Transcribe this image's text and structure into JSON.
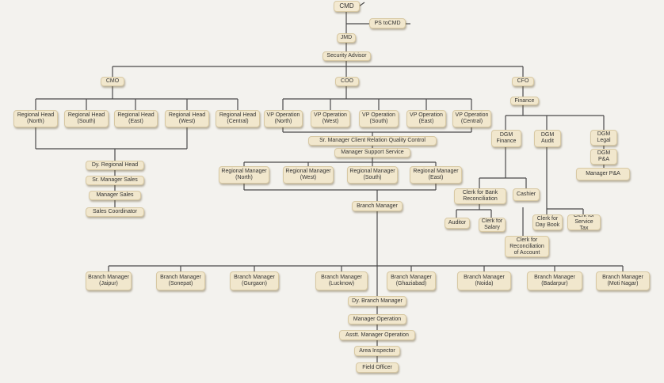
{
  "nodes": {
    "cmd": "CMD",
    "ps_to_cmd": "PS toCMD",
    "jmd": "JMD",
    "security_advisor": "Security Advisor",
    "cmo": "CMO",
    "coo": "COO",
    "cfo": "CFO",
    "rh_north": "Regional Head\n(North)",
    "rh_south": "Regional Head\n(South)",
    "rh_east": "Regional Head\n(East)",
    "rh_west": "Regional Head\n(West)",
    "rh_central": "Regional Head\n(Central)",
    "dy_regional_head": "Dy. Regional Head",
    "sr_manager_sales": "Sr. Manager Sales",
    "manager_sales": "Manager Sales",
    "sales_coordinator": "Sales Coordinator",
    "vp_north": "VP Operation\n(North)",
    "vp_west": "VP Operation\n(West)",
    "vp_south": "VP Operation\n(South)",
    "vp_east": "VP Operation\n(East)",
    "vp_central": "VP Operation\n(Central)",
    "sr_manager_crqc": "Sr. Manager Client Relation Quality Control",
    "manager_support_service": "Manager Support Service",
    "rm_north": "Regional Manager\n(North)",
    "rm_west": "Regional Manager\n(West)",
    "rm_south": "Regional Manager\n(South)",
    "rm_east": "Regional Manager\n(East)",
    "branch_manager": "Branch Manager",
    "bm_jaipur": "Branch Manager\n(Jaipur)",
    "bm_sonepat": "Branch Manager\n(Sonepat)",
    "bm_gurgaon": "Branch Manager\n(Gurgaon)",
    "bm_lucknow": "Branch Manager\n(Lucknow)",
    "bm_ghaziabad": "Branch Manager\n(Ghaziabad)",
    "bm_noida": "Branch Manager\n(Noida)",
    "bm_badarpur": "Branch Manager\n(Badarpur)",
    "bm_moti_nagar": "Branch Manager\n(Moti Nagar)",
    "dy_branch_manager": "Dy. Branch Manager",
    "manager_operation": "Manager Operation",
    "asstt_manager_operation": "Asstt. Manager Operation",
    "area_inspector": "Area Inspector",
    "field_officer": "Field Officer",
    "finance": "Finance",
    "dgm_finance": "DGM\nFinance",
    "dgm_audit": "DGM\nAudit",
    "dgm_legal": "DGM\nLegal",
    "dgm_pa": "DGM\nP&A",
    "manager_pa": "Manager P&A",
    "clerk_bank_reconciliation": "Clerk for Bank\nReconciliation",
    "cashier": "Cashier",
    "auditor": "Auditor",
    "clerk_salary": "Clerk for\nSalary",
    "clerk_day_book": "Clerk for\nDay Book",
    "clerk_service_tax": "Clerk for\nService Tax",
    "clerk_reconciliation_account": "Clerk for\nReconciliation\nof Account"
  }
}
